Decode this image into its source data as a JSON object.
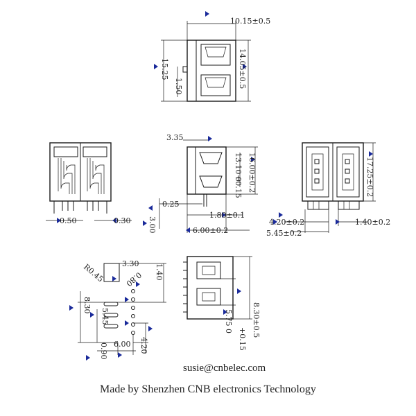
{
  "dimensions": {
    "top_width": "10.15±0.5",
    "top_height": "15.25",
    "top_inner": "14.05±0.5",
    "top_tab": "1.50",
    "front_pitch_left": "0.50",
    "front_pitch_right": "0.30",
    "side_top": "3.35",
    "side_h1": "16.00±0.2",
    "side_h2": "13.10 0",
    "side_h2_tol": "+0.15",
    "side_pin": "0.25",
    "side_depth": "3.00",
    "side_b1": "1.80±0.1",
    "side_b2": "6.00±0.2",
    "back_height": "17.25±0.2",
    "back_b1": "4.20±0.2",
    "back_b2": "1.40±0.2",
    "back_b3": "5.45±0.2",
    "fp_r": "R0.45",
    "fp_w": "3.30",
    "fp_d1": "0.80",
    "fp_d2": "1.40",
    "fp_h": "8.30",
    "fp_mid": "5.45",
    "fp_pitch": "0.90",
    "fp_bottom": "6.00",
    "fp_right": "4.20",
    "bv_h": "8.30±0.5",
    "bv_sub": "5.75 0",
    "bv_tol": "+0.15"
  },
  "footer": {
    "email": "susie@cnbelec.com",
    "maker": "Made by Shenzhen CNB electronics Technology"
  },
  "colors": {
    "line": "#1a1a1a",
    "arrow": "#1a2a9a"
  }
}
